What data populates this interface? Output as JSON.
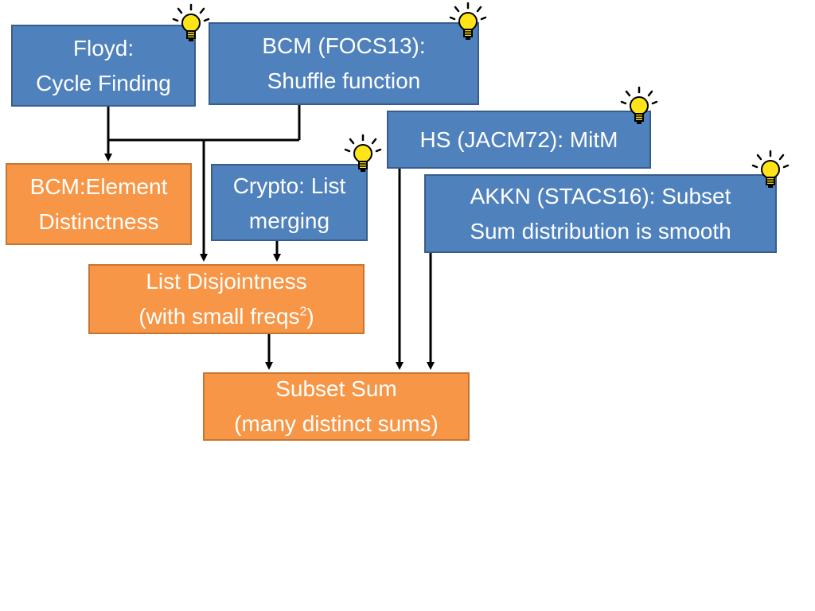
{
  "colors": {
    "blue": "#4f81bd",
    "orange": "#f79646",
    "bulb": "#ffe41a"
  },
  "boxes": {
    "floyd": {
      "line1": "Floyd:",
      "line2": "Cycle Finding"
    },
    "bcm_focs": {
      "line1": "BCM (FOCS13):",
      "line2": "Shuffle function"
    },
    "hs": {
      "line1": "HS (JACM72): MitM"
    },
    "bcm_element": {
      "line1": "BCM:Element",
      "line2": "Distinctness"
    },
    "crypto": {
      "line1": "Crypto: List",
      "line2": "merging"
    },
    "akkn": {
      "line1": "AKKN (STACS16): Subset",
      "line2": "Sum distribution is smooth"
    },
    "list_disjointness": {
      "line1": "List Disjointness",
      "line2_prefix": "(with small freqs",
      "line2_sup": "2",
      "line2_suffix": ")"
    },
    "subset_sum": {
      "line1": "Subset Sum",
      "line2": "(many distinct sums)"
    }
  },
  "icons": [
    "lightbulb-icon"
  ]
}
